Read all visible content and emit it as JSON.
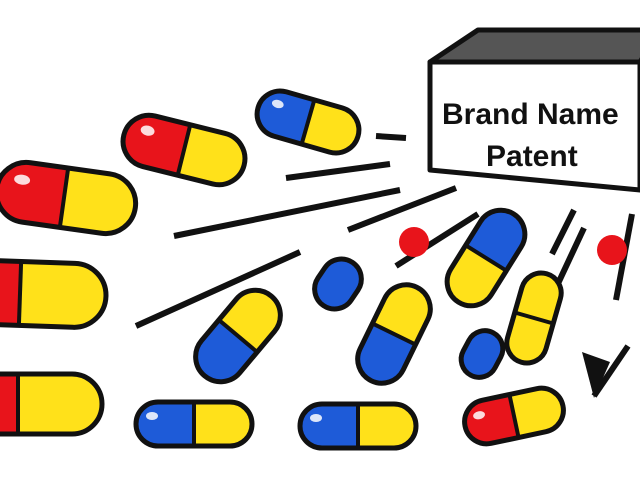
{
  "box": {
    "line1": "Brand Name",
    "line2": "Patent"
  },
  "colors": {
    "red": "#e8141b",
    "yellow": "#ffe11a",
    "blue": "#1e5bd8",
    "outline": "#111111",
    "box_top": "#555555",
    "box_face": "#ffffff"
  },
  "icons": {
    "capsule": "capsule-icon",
    "speed_line": "motion-line",
    "arrow": "arrowhead-icon",
    "box": "patent-box"
  }
}
